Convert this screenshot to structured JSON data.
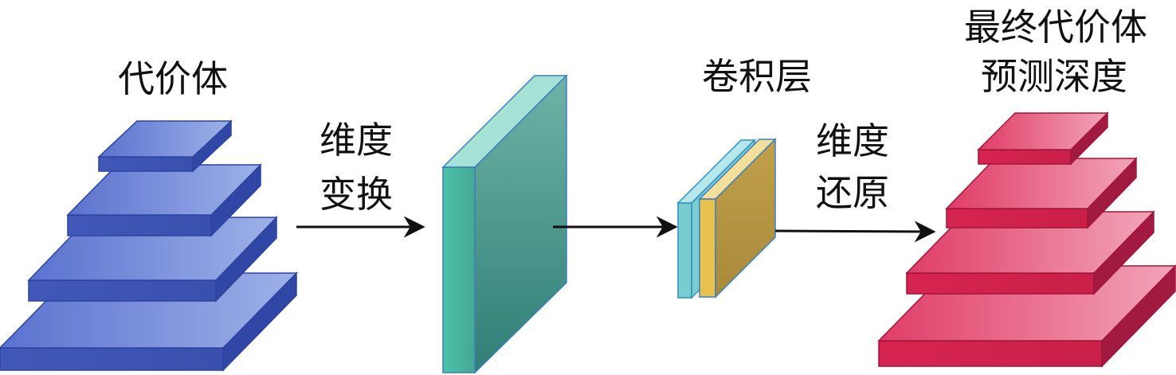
{
  "labels": {
    "cost_volume": "代价体",
    "transform_line1": "维度",
    "transform_line2": "变换",
    "conv_layer": "卷积层",
    "restore_line1": "维度",
    "restore_line2": "还原",
    "final_line1": "最终代价体",
    "final_line2": "预测深度"
  },
  "colors": {
    "cost_volume": "#4a63c4",
    "feature_map": "#4abba4",
    "conv_layer_front": "#e8c14e",
    "conv_layer_back": "#79cdd0",
    "final_volume": "#d92e59",
    "arrow": "#111111"
  },
  "stack_layers": {
    "cost_volume": 4,
    "final_volume": 4
  }
}
